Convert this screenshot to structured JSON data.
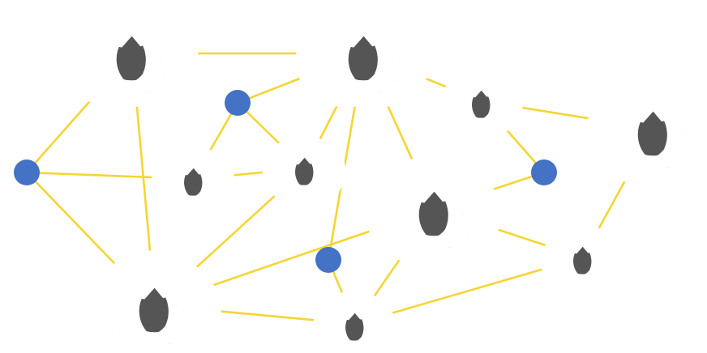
{
  "diagram": {
    "type": "network-graph",
    "colors": {
      "background": "#ffffff",
      "edge": "#f5d533",
      "cloud_node": "#555555",
      "cloud_icon": "#ffffff",
      "junction_node": "#4472c4"
    },
    "nodes": [
      {
        "id": "c1",
        "kind": "cloud",
        "icon": "cloud-icon"
      },
      {
        "id": "c2",
        "kind": "cloud",
        "icon": "cloud-icon"
      },
      {
        "id": "c3",
        "kind": "cloud",
        "icon": "cloud-icon"
      },
      {
        "id": "c4",
        "kind": "cloud",
        "icon": "cloud-icon"
      },
      {
        "id": "c5",
        "kind": "cloud",
        "icon": "cloud-icon"
      },
      {
        "id": "c6",
        "kind": "cloud",
        "icon": "cloud-icon"
      },
      {
        "id": "c7",
        "kind": "cloud",
        "icon": "cloud-icon"
      },
      {
        "id": "c8",
        "kind": "cloud",
        "icon": "cloud-icon"
      },
      {
        "id": "c9",
        "kind": "cloud",
        "icon": "cloud-icon"
      },
      {
        "id": "c10",
        "kind": "cloud",
        "icon": "cloud-icon"
      },
      {
        "id": "j1",
        "kind": "junction"
      },
      {
        "id": "j2",
        "kind": "junction"
      },
      {
        "id": "j3",
        "kind": "junction"
      },
      {
        "id": "j4",
        "kind": "junction"
      }
    ],
    "edges": [
      [
        "c1",
        "c2"
      ],
      [
        "c1",
        "j1"
      ],
      [
        "c1",
        "c9"
      ],
      [
        "c2",
        "j2"
      ],
      [
        "c2",
        "c5"
      ],
      [
        "c2",
        "c6"
      ],
      [
        "c2",
        "c3"
      ],
      [
        "c2",
        "j3"
      ],
      [
        "c3",
        "c4"
      ],
      [
        "c3",
        "j4"
      ],
      [
        "j1",
        "c7"
      ],
      [
        "j1",
        "c9"
      ],
      [
        "j2",
        "c7"
      ],
      [
        "j2",
        "c5"
      ],
      [
        "c7",
        "c5"
      ],
      [
        "c5",
        "c9"
      ],
      [
        "c9",
        "c6"
      ],
      [
        "c9",
        "c10"
      ],
      [
        "c6",
        "j4"
      ],
      [
        "c6",
        "c8"
      ],
      [
        "c6",
        "c10"
      ],
      [
        "j3",
        "c10"
      ],
      [
        "c10",
        "c8"
      ],
      [
        "c8",
        "c4"
      ]
    ]
  }
}
